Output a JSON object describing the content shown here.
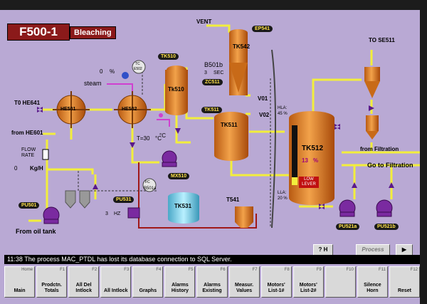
{
  "header": {
    "id": "F500-1",
    "title": "Bleaching"
  },
  "tanks": {
    "tk510": {
      "name": "Tk510",
      "tag": "TK510"
    },
    "tk511": {
      "name": "TK511",
      "tag": "TK511"
    },
    "tk512": {
      "name": "TK512",
      "level_value": "13",
      "level_unit": "%",
      "low_lever": "LOW LEVER",
      "hla_label": "HLA:",
      "hla_value": "45 %",
      "lla_label": "LLA:",
      "lla_value": "20 %",
      "level_fraction": 0.13
    },
    "tk531": {
      "name": "TK531"
    },
    "tk542": {
      "name": "TK542"
    },
    "t541": {
      "name": "T541"
    }
  },
  "exchangers": {
    "he501": "HE501",
    "he502": "HE502"
  },
  "tags": {
    "ep541": "EP541",
    "zc511": "ZC511",
    "mx510": "MX510",
    "pu531": "PU531",
    "pu501": "PU501",
    "pu521a": "PU521a",
    "pu521b": "PU521b"
  },
  "labels": {
    "vent": "VENT",
    "to_se511": "TO SE511",
    "b501b": "B501b",
    "sec_value": "3",
    "sec_unit": "SEC",
    "v01": "V01",
    "v02": "V02",
    "to_he641": "T0 HE641",
    "from_he601": "from HE601",
    "flow_rate_1": "FLOW",
    "flow_rate_2": "RATE",
    "flow_value": "0",
    "flow_unit": "Kg/H",
    "steam_pct_value": "0",
    "steam_pct_unit": "%",
    "steam": "steam",
    "tc": "TC",
    "e502": "E502",
    "temp_unit": "°C",
    "t_eq": "T=30",
    "t_unit": "°C",
    "fc": "FC",
    "b501a": "B501a",
    "hz_value": "3",
    "hz_unit": "HZ",
    "from_oil_tank": "From oil tank",
    "from_filtration": "from Filtration",
    "to_filtration": "Go to Filtration"
  },
  "controls": {
    "help": "? H",
    "process": "Process",
    "play": "▶"
  },
  "alarm": {
    "text": "11:38  The process MAC_PTDL has lost its database connection to SQL Server."
  },
  "fkeys": [
    {
      "key": "Home",
      "label": "Main"
    },
    {
      "key": "F1",
      "label": "Prodctn. Totals"
    },
    {
      "key": "F2",
      "label": "All Del Intlock"
    },
    {
      "key": "F3",
      "label": "All Intlock"
    },
    {
      "key": "F4",
      "label": "Graphs"
    },
    {
      "key": "F5",
      "label": "Alarms History"
    },
    {
      "key": "F6",
      "label": "Alarms Existing"
    },
    {
      "key": "F7",
      "label": "Measur. Values"
    },
    {
      "key": "F8",
      "label": "Motors' List-1#"
    },
    {
      "key": "F9",
      "label": "Motors' List-2#"
    },
    {
      "key": "F10",
      "label": ""
    },
    {
      "key": "F11",
      "label": "Silence Horn"
    },
    {
      "key": "F12",
      "label": "Reset"
    }
  ],
  "colors": {
    "background": "#b9a9d4",
    "tank": "#e8862a",
    "pipe_yellow": "#f2ee3c",
    "pipe_red": "#a01818",
    "pump": "#7a2aa0",
    "tank_blue": "#7fd6f0"
  }
}
